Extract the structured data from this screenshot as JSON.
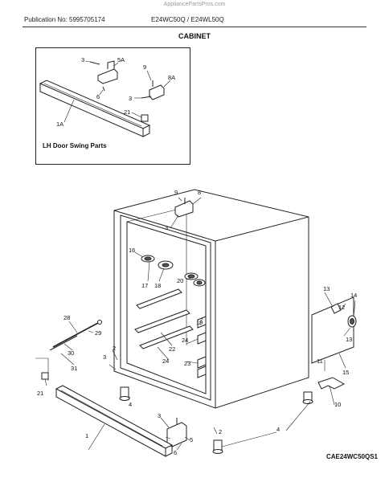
{
  "watermark": "AppliancePartsPros.com",
  "header": {
    "publication": "Publication No: 5995705174",
    "models": "E24WC50Q / E24WL50Q"
  },
  "title": "CABINET",
  "inset": {
    "label": "LH Door Swing Parts"
  },
  "diagram_code": "CAE24WC50QS1",
  "callouts": {
    "c3a": "3",
    "c5a": "5A",
    "c9a": "9",
    "c8a": "8A",
    "c3b": "3",
    "c6a": "6",
    "c21a": "21",
    "c1a": "1A",
    "c9": "9",
    "c8": "8",
    "c3c": "3",
    "c16": "16",
    "c17": "17",
    "c18": "18",
    "c20": "20",
    "c13a": "13",
    "c12": "12",
    "c14": "14",
    "c13b": "13",
    "c28": "28",
    "c29": "29",
    "c30": "30",
    "c31": "31",
    "c19": "19",
    "c22": "22",
    "c24a": "24",
    "c24b": "24",
    "c23": "23",
    "c2a": "2",
    "c3d": "3",
    "c4a": "4",
    "c21b": "21",
    "c11": "11",
    "c15": "15",
    "c10": "10",
    "c4b": "4",
    "c1": "1",
    "c3e": "3",
    "c6": "6",
    "c5": "5",
    "c2b": "2"
  }
}
